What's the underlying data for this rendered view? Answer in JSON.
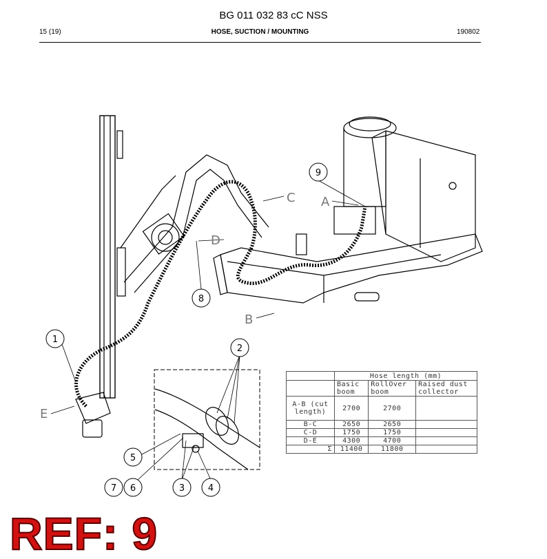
{
  "header": {
    "doc_id": "BG 011 032 83 cC NSS",
    "page": "15 (19)",
    "section_title": "HOSE, SUCTION / MOUNTING",
    "date_code": "190802"
  },
  "callouts": [
    "1",
    "2",
    "3",
    "4",
    "5",
    "6",
    "7",
    "8",
    "9"
  ],
  "letters": [
    "A",
    "B",
    "C",
    "D",
    "E"
  ],
  "table": {
    "caption": "Hose length (mm)",
    "col_headers": [
      "Basic boom",
      "RollOver boom",
      "Raised dust collector"
    ],
    "rows": [
      {
        "label": "A-B (cut length)",
        "basic": "2700",
        "rollover": "2700",
        "raised": ""
      },
      {
        "label": "B-C",
        "basic": "2650",
        "rollover": "2650",
        "raised": ""
      },
      {
        "label": "C-D",
        "basic": "1750",
        "rollover": "1750",
        "raised": ""
      },
      {
        "label": "D-E",
        "basic": "4300",
        "rollover": "4700",
        "raised": ""
      },
      {
        "label": "Σ",
        "basic": "11400",
        "rollover": "11800",
        "raised": ""
      }
    ]
  },
  "ref_stamp": "REF: 9",
  "colors": {
    "stamp": "#d21111",
    "line": "#000000"
  }
}
